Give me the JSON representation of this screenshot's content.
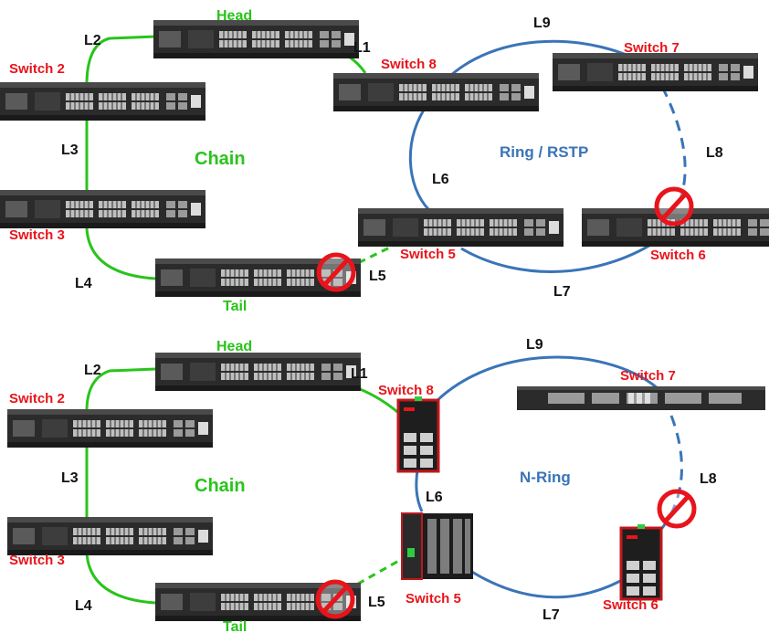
{
  "diagram_top": {
    "head_label": "Head",
    "tail_label": "Tail",
    "chain_title": "Chain",
    "ring_title": "Ring / RSTP",
    "switches": {
      "s2": "Switch 2",
      "s3": "Switch 3",
      "s5": "Switch 5",
      "s6": "Switch 6",
      "s7": "Switch 7",
      "s8": "Switch 8"
    },
    "links": {
      "l1": "L1",
      "l2": "L2",
      "l3": "L3",
      "l4": "L4",
      "l5": "L5",
      "l6": "L6",
      "l7": "L7",
      "l8": "L8",
      "l9": "L9"
    }
  },
  "diagram_bottom": {
    "head_label": "Head",
    "tail_label": "Tail",
    "chain_title": "Chain",
    "ring_title": "N-Ring",
    "switches": {
      "s2": "Switch 2",
      "s3": "Switch 3",
      "s5": "Switch 5",
      "s6": "Switch 6",
      "s7": "Switch 7",
      "s8": "Switch 8"
    },
    "links": {
      "l1": "L1",
      "l2": "L2",
      "l3": "L3",
      "l4": "L4",
      "l5": "L5",
      "l6": "L6",
      "l7": "L7",
      "l8": "L8",
      "l9": "L9"
    }
  },
  "colors": {
    "chain_link": "#29c41a",
    "ring_link": "#3a74b8",
    "switch_label": "#e8141b",
    "blocked_symbol": "#e8141b"
  },
  "icons": {
    "blocked_port": "no-entry-circle-slash",
    "rack_switch": "rack-mount-switch",
    "din_switch": "din-rail-switch"
  }
}
